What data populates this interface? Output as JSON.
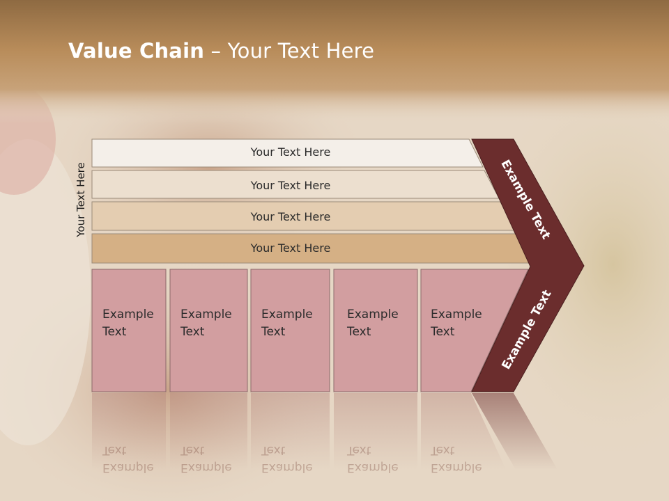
{
  "title": {
    "bold": "Value Chain",
    "rest": " – Your Text Here"
  },
  "side_label": "Your Text Here",
  "rows": [
    "Your Text Here",
    "Your Text Here",
    "Your Text Here",
    "Your Text Here"
  ],
  "boxes": [
    {
      "line1": "Example",
      "line2": "Text"
    },
    {
      "line1": "Example",
      "line2": "Text"
    },
    {
      "line1": "Example",
      "line2": "Text"
    },
    {
      "line1": "Example",
      "line2": "Text"
    },
    {
      "line1": "Example",
      "line2": "Text"
    }
  ],
  "chevron": {
    "upper": "Example Text",
    "lower": "Example Text"
  },
  "colors": {
    "header_band": "#b08552",
    "chevron": "#6b2d2d",
    "box_fill": "#d29ea0",
    "row_fills": [
      "#f4efe9",
      "#ecdfcf",
      "#e4cdb1",
      "#d5b085"
    ]
  }
}
